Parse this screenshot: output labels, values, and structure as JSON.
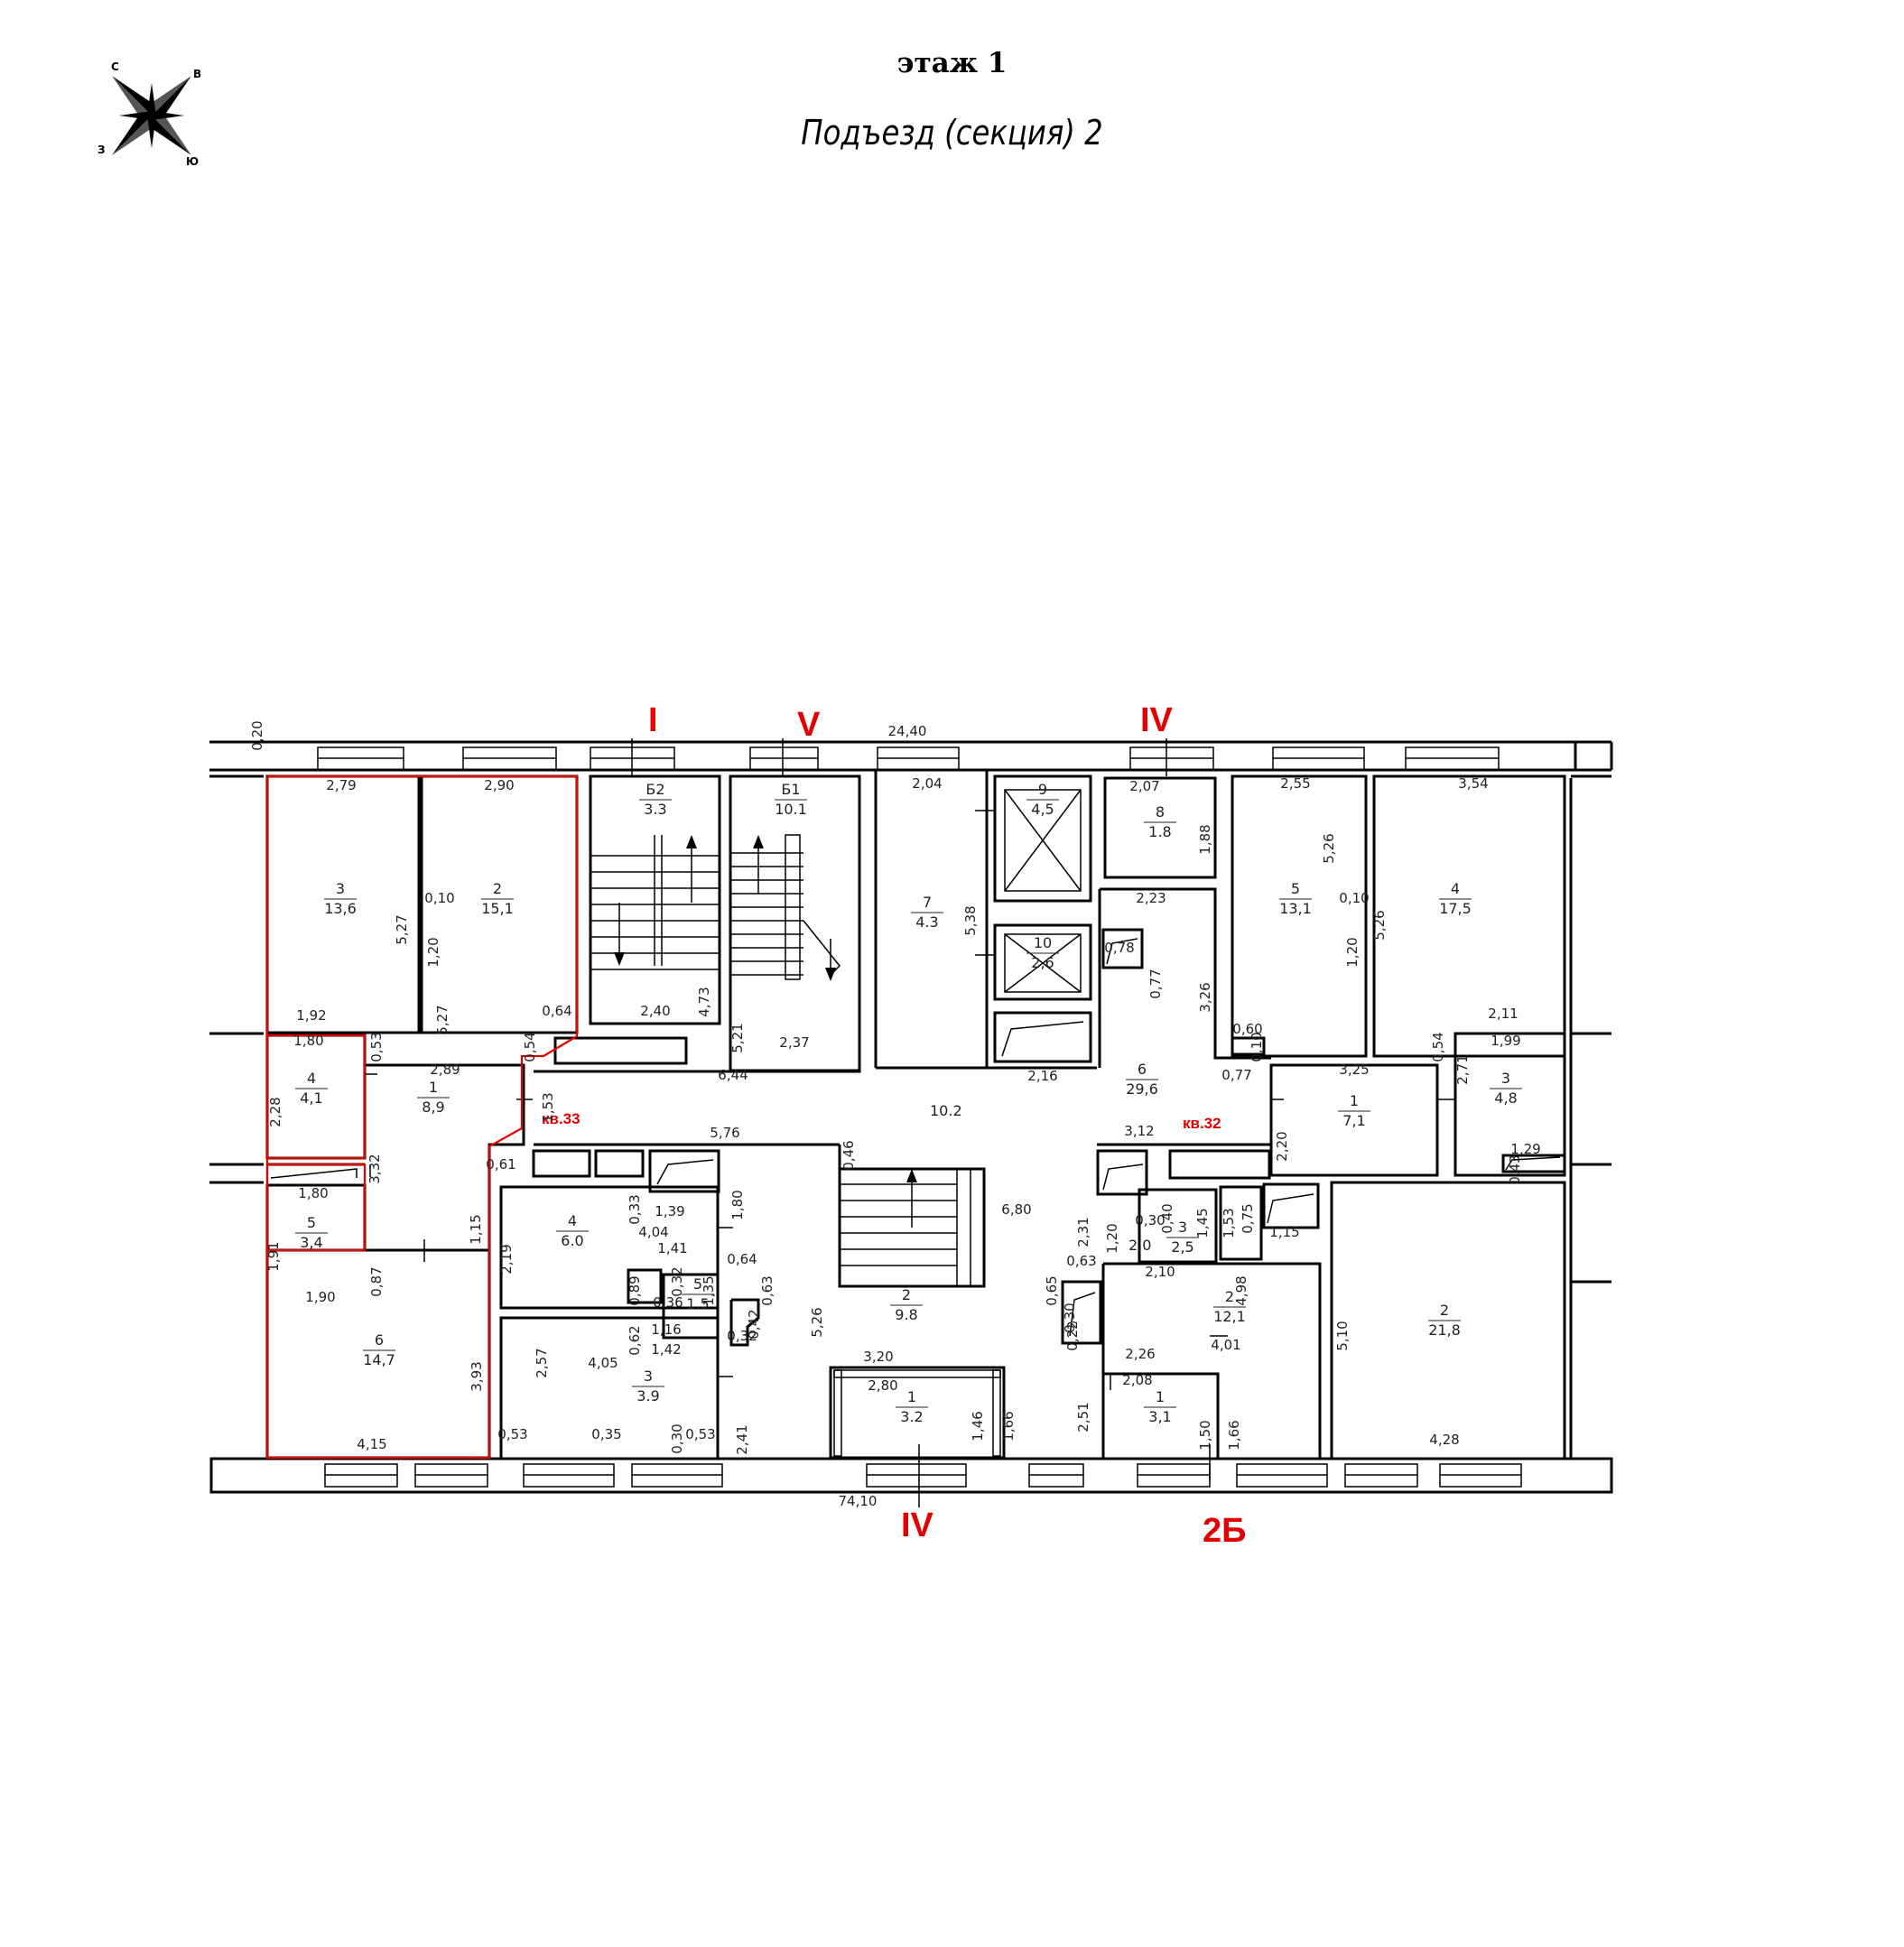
{
  "header": {
    "floor_title": "этаж 1",
    "section_title": "Подъезд (секция) 2"
  },
  "compass": {
    "icon": "compass-rose-icon",
    "north": "С",
    "east": "В",
    "south": "Ю",
    "west": "З"
  },
  "axes": {
    "top_i": "I",
    "top_v": "V",
    "top_iv": "IV",
    "bottom_iv": "IV",
    "bottom_2b": "2Б"
  },
  "apartments": {
    "apt33": "кв.33",
    "apt32": "кв.32"
  },
  "colors": {
    "apartment_outline": "#e30000",
    "axis_label": "#e30000",
    "walls": "#000000"
  },
  "rooms": {
    "r3_left": [
      "3",
      "13,6"
    ],
    "r2_left": [
      "2",
      "15,1"
    ],
    "r4_left": [
      "4",
      "4,1"
    ],
    "r1_left": [
      "1",
      "8,9"
    ],
    "r5_left": [
      "5",
      "3,4"
    ],
    "r6_left": [
      "6",
      "14,7"
    ],
    "b2": [
      "Б2",
      "3.3"
    ],
    "b1": [
      "Б1",
      "10.1"
    ],
    "r7": [
      "7",
      "4.3"
    ],
    "r9": [
      "9",
      "4,5"
    ],
    "r10": [
      "10",
      "2,6"
    ],
    "r8": [
      "8",
      "1.8"
    ],
    "r6_hall": [
      "6",
      "29,6"
    ],
    "r5_right": [
      "5",
      "13,1"
    ],
    "r4_right": [
      "4",
      "17,5"
    ],
    "r1_right": [
      "1",
      "7,1"
    ],
    "r3_right": [
      "3",
      "4,8"
    ],
    "r4_mid": [
      "4",
      "6.0"
    ],
    "r5_mid": [
      "5",
      "1.5"
    ],
    "r3_mid": [
      "3",
      "3.9"
    ],
    "r2_stair": [
      "2",
      "9.8"
    ],
    "r1_vest": [
      "1",
      "3.2"
    ],
    "r3_small": [
      "3",
      "2,5"
    ],
    "r2_small": [
      "2",
      "12,1"
    ],
    "r1_small": [
      "1",
      "3,1"
    ],
    "r2_right": [
      "2",
      "21,8"
    ]
  },
  "labels": {
    "hall_area": "10.2",
    "area_2_0": "2,0"
  },
  "dimensions": {
    "d_0_20": "0,20",
    "d_24_40": "24,40",
    "d_74_10": "74,10",
    "d_2_79": "2,79",
    "d_2_90": "2,90",
    "d_5_27a": "5,27",
    "d_5_27b": "5,27",
    "d_0_10a": "0,10",
    "d_1_20a": "1,20",
    "d_1_92": "1,92",
    "d_0_64a": "0,64",
    "d_1_80a": "1,80",
    "d_0_53a": "0,53",
    "d_0_54a": "0,54",
    "d_2_89": "2,89",
    "d_2_28": "2,28",
    "d_3_32": "3,32",
    "d_1_53a": "1,53",
    "d_0_61": "0,61",
    "d_1_80b": "1,80",
    "d_1_15a": "1,15",
    "d_1_91": "1,91",
    "d_0_87": "0,87",
    "d_1_90": "1,90",
    "d_3_93": "3,93",
    "d_4_15": "4,15",
    "d_2_40": "2,40",
    "d_4_73": "4,73",
    "d_5_21": "5,21",
    "d_2_37": "2,37",
    "d_6_44": "6,44",
    "d_5_76": "5,76",
    "d_0_46": "0,46",
    "d_2_04": "2,04",
    "d_5_38": "5,38",
    "d_2_16": "2,16",
    "d_2_07": "2,07",
    "d_1_88": "1,88",
    "d_2_23": "2,23",
    "d_0_78": "0,78",
    "d_0_77a": "0,77",
    "d_3_26": "3,26",
    "d_0_77b": "0,77",
    "d_3_12": "3,12",
    "d_2_55": "2,55",
    "d_5_26a": "5,26",
    "d_0_10b": "0,10",
    "d_1_20b": "1,20",
    "d_5_26b": "5,26",
    "d_3_54": "3,54",
    "d_0_60": "0,60",
    "d_0_10c": "0,10",
    "d_0_54b": "0,54",
    "d_2_11": "2,11",
    "d_1_99": "1,99",
    "d_2_71": "2,71",
    "d_3_25": "3,25",
    "d_2_20": "2,20",
    "d_0_43": "0,43",
    "d_1_29": "1,29",
    "d_0_33": "0,33",
    "d_1_39": "1,39",
    "d_4_04": "4,04",
    "d_1_80c": "1,80",
    "d_1_41": "1,41",
    "d_2_19": "2,19",
    "d_0_64b": "0,64",
    "d_0_89": "0,89",
    "d_0_32a": "0,32",
    "d_1_35": "1,35",
    "d_0_36": "0,36",
    "d_0_63a": "0,63",
    "d_0_42": "0,42",
    "d_0_32b": "0,32",
    "d_0_62": "0,62",
    "d_1_16": "1,16",
    "d_1_42": "1,42",
    "d_5_26c": "5,26",
    "d_2_57": "2,57",
    "d_4_05": "4,05",
    "d_2_41": "2,41",
    "d_0_53b": "0,53",
    "d_0_35": "0,35",
    "d_0_30a": "0,30",
    "d_0_53c": "0,53",
    "d_6_80": "6,80",
    "d_3_20": "3,20",
    "d_2_80": "2,80",
    "d_1_46": "1,46",
    "d_1_66a": "1,66",
    "d_2_31": "2,31",
    "d_0_65": "0,65",
    "d_0_63b": "0,63",
    "d_0_30b": "0,30",
    "d_0_22": "0,22",
    "d_2_51": "2,51",
    "d_1_20c": "1,20",
    "d_0_30c": "0,30",
    "d_0_40": "0,40",
    "d_1_45": "1,45",
    "d_1_53b": "1,53",
    "d_0_75": "0,75",
    "d_1_15b": "1,15",
    "d_2_10": "2,10",
    "d_4_98": "4,98",
    "d_4_01": "4,01",
    "d_2_26": "2,26",
    "d_2_08": "2,08",
    "d_1_50": "1,50",
    "d_1_66b": "1,66",
    "d_5_10": "5,10",
    "d_4_28": "4,28"
  }
}
